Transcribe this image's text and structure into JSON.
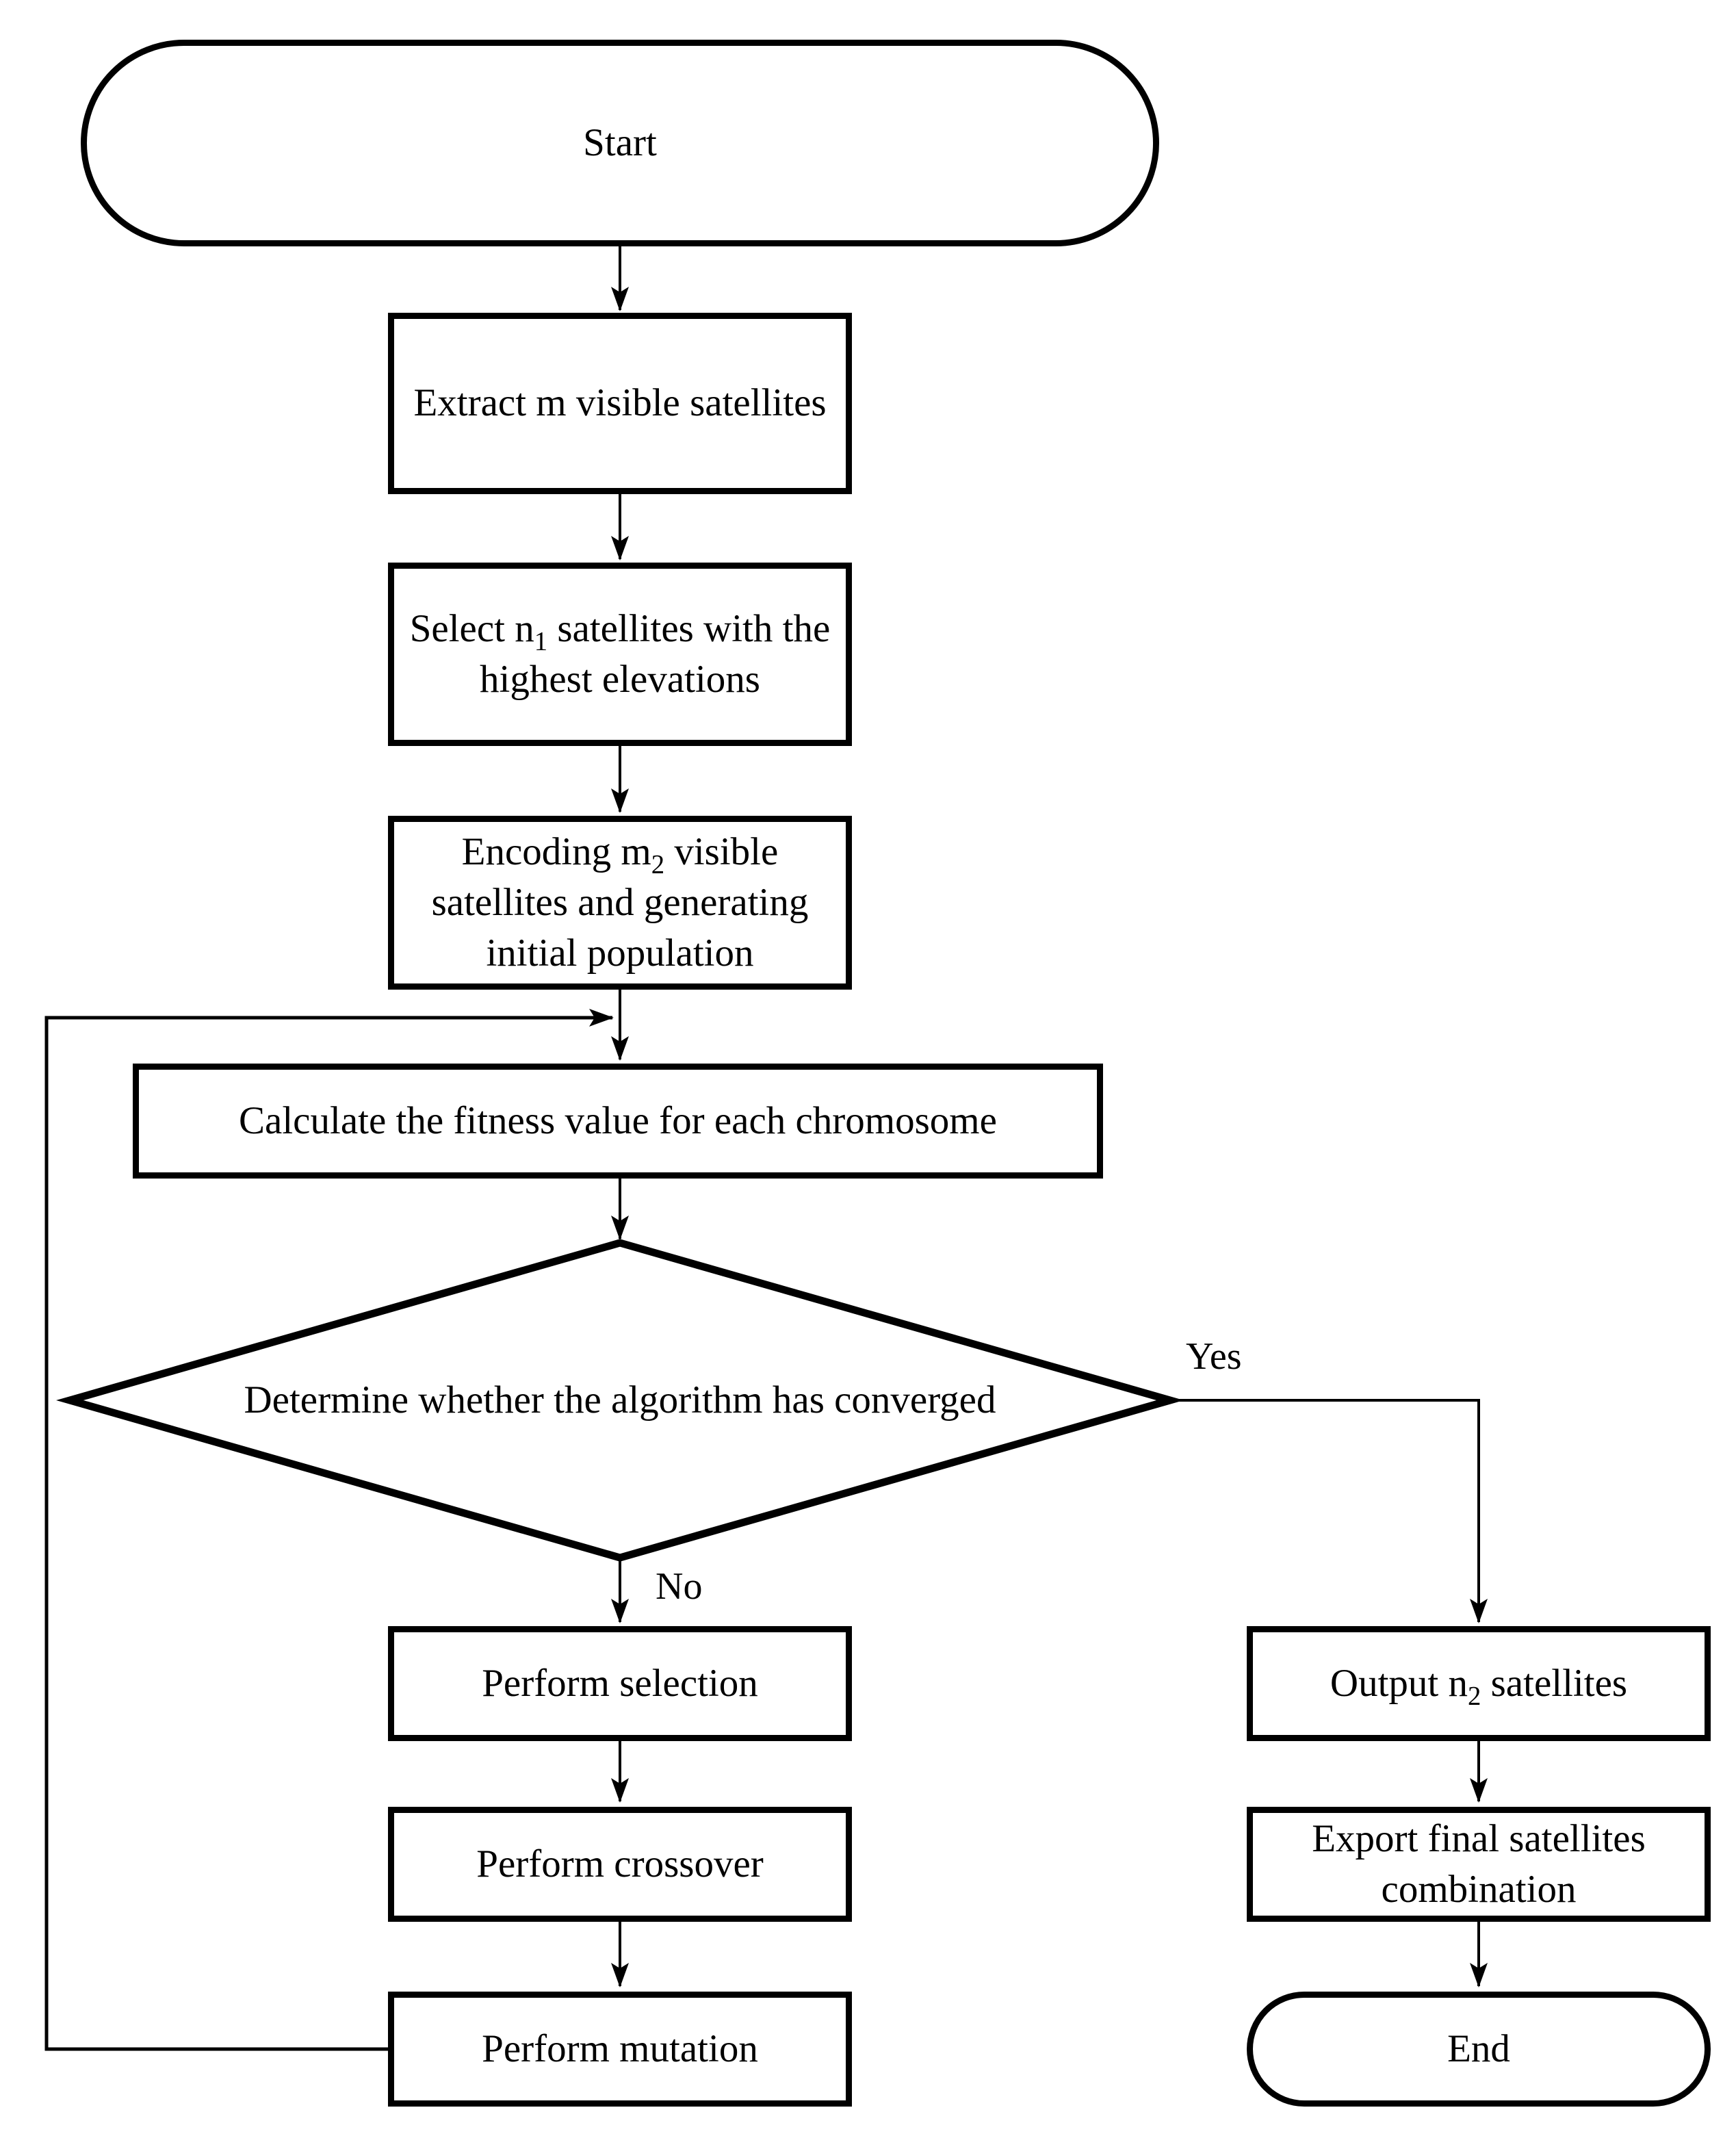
{
  "colors": {
    "stroke": "#000000",
    "background": "#ffffff"
  },
  "nodes": {
    "start": {
      "label": "Start"
    },
    "extract": {
      "label": "Extract m visible satellites"
    },
    "select": {
      "pre": "Select n",
      "sub": "1",
      "post": " satellites with the highest elevations"
    },
    "encoding": {
      "pre": "Encoding m",
      "sub": "2",
      "post": " visible satellites and generating initial population"
    },
    "fitness": {
      "label": "Calculate the fitness value for each chromosome"
    },
    "decision": {
      "label": "Determine whether the algorithm has converged"
    },
    "selection": {
      "label": "Perform selection"
    },
    "crossover": {
      "label": "Perform crossover"
    },
    "mutation": {
      "label": "Perform mutation"
    },
    "output": {
      "pre": "Output n",
      "sub": "2",
      "post": " satellites"
    },
    "export": {
      "label": "Export final satellites combination"
    },
    "end": {
      "label": "End"
    }
  },
  "edge_labels": {
    "yes": "Yes",
    "no": "No"
  }
}
